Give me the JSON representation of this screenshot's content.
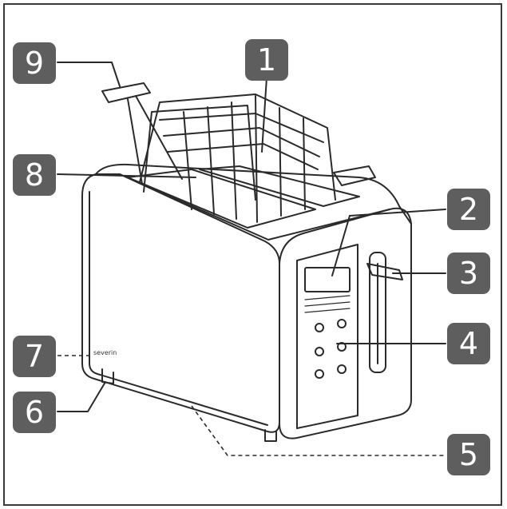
{
  "figure": {
    "brand_text": "severin",
    "callouts": [
      {
        "id": "callout-1",
        "label": "1"
      },
      {
        "id": "callout-2",
        "label": "2"
      },
      {
        "id": "callout-3",
        "label": "3"
      },
      {
        "id": "callout-4",
        "label": "4"
      },
      {
        "id": "callout-5",
        "label": "5"
      },
      {
        "id": "callout-6",
        "label": "6"
      },
      {
        "id": "callout-7",
        "label": "7"
      },
      {
        "id": "callout-8",
        "label": "8"
      },
      {
        "id": "callout-9",
        "label": "9"
      }
    ]
  },
  "colors": {
    "badge": "#5e5e5e",
    "line": "#2a2a2a"
  }
}
